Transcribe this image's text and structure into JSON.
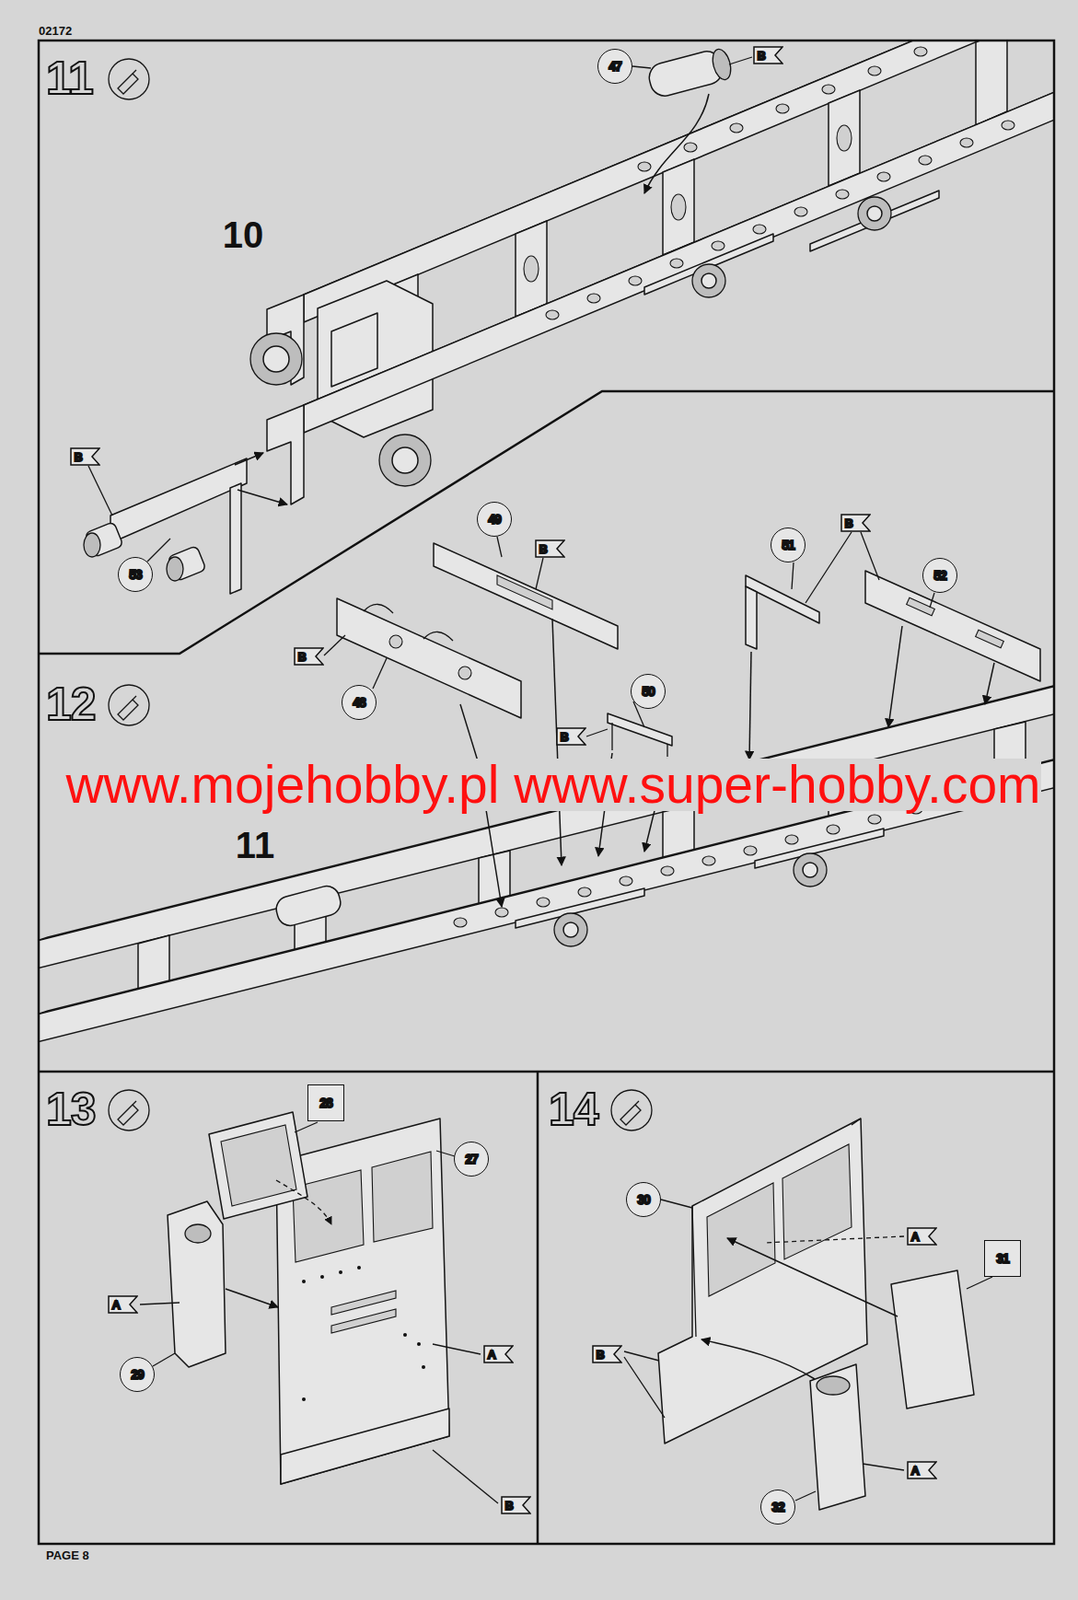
{
  "diagram": {
    "nodes": [
      {
        "text": [
          "11"
        ]
      },
      {
        "text": [
          "47"
        ],
        "in": 0
      },
      {
        "text": [
          "B"
        ],
        "in": 0
      },
      {
        "text": [
          "B"
        ],
        "in": 0
      },
      {
        "text": [
          "53"
        ],
        "in": 0
      },
      {
        "text": [
          "12"
        ]
      },
      {
        "text": [
          "49"
        ],
        "in": 5
      },
      {
        "text": [
          "B"
        ],
        "in": 5
      },
      {
        "text": [
          "51"
        ],
        "in": 5
      },
      {
        "text": [
          "B"
        ],
        "in": 5
      },
      {
        "text": [
          "52"
        ],
        "in": 5
      },
      {
        "text": [
          "B"
        ],
        "in": 5
      },
      {
        "text": [
          "48"
        ],
        "in": 5
      },
      {
        "text": [
          "50"
        ],
        "in": 5
      },
      {
        "text": [
          "B"
        ],
        "in": 5
      },
      {
        "text": [
          "13"
        ]
      },
      {
        "text": [
          "28"
        ],
        "in": 15
      },
      {
        "text": [
          "27"
        ],
        "in": 15
      },
      {
        "text": [
          "A"
        ],
        "in": 15
      },
      {
        "text": [
          "29"
        ],
        "in": 15
      },
      {
        "text": [
          "A"
        ],
        "in": 15
      },
      {
        "text": [
          "B"
        ],
        "in": 15
      },
      {
        "text": [
          "14"
        ]
      },
      {
        "text": [
          "30"
        ],
        "in": 22
      },
      {
        "text": [
          "A"
        ],
        "in": 22
      },
      {
        "text": [
          "31"
        ],
        "in": 22
      },
      {
        "text": [
          "B"
        ],
        "in": 22
      },
      {
        "text": [
          "A"
        ],
        "in": 22
      },
      {
        "text": [
          "32"
        ],
        "in": 22
      }
    ],
    "labels": [
      "02172",
      "10",
      "www.mojehobby.pl www.super-hobby.com",
      "11",
      "PAGE 8"
    ]
  }
}
